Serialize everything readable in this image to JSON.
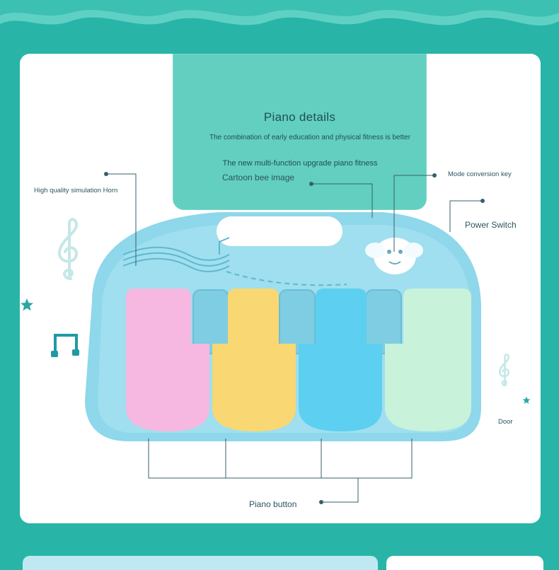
{
  "header": {
    "title": "Piano details",
    "line1": "The combination of early education and physical fitness is better",
    "line2": "The new multi-function upgrade piano fitness"
  },
  "callouts": {
    "horn": "High quality simulation Horn",
    "bee": "Cartoon bee image",
    "mode_key": "Mode conversion key",
    "power": "Power Switch",
    "door": "Door",
    "piano_button": "Piano button"
  },
  "colors": {
    "background": "#28b5a8",
    "card": "#ffffff",
    "header_tab": "#63cfc0",
    "piano_body": "#8fd7ea",
    "key_pink": "#f6b8e0",
    "key_yellow": "#f9d772",
    "key_blue": "#5dcff0",
    "key_green": "#c8f2da",
    "callout_line": "#35606b"
  },
  "icons": [
    "treble-clef-icon",
    "music-note-icon",
    "star-icon",
    "bee-icon",
    "music-staff-icon"
  ]
}
